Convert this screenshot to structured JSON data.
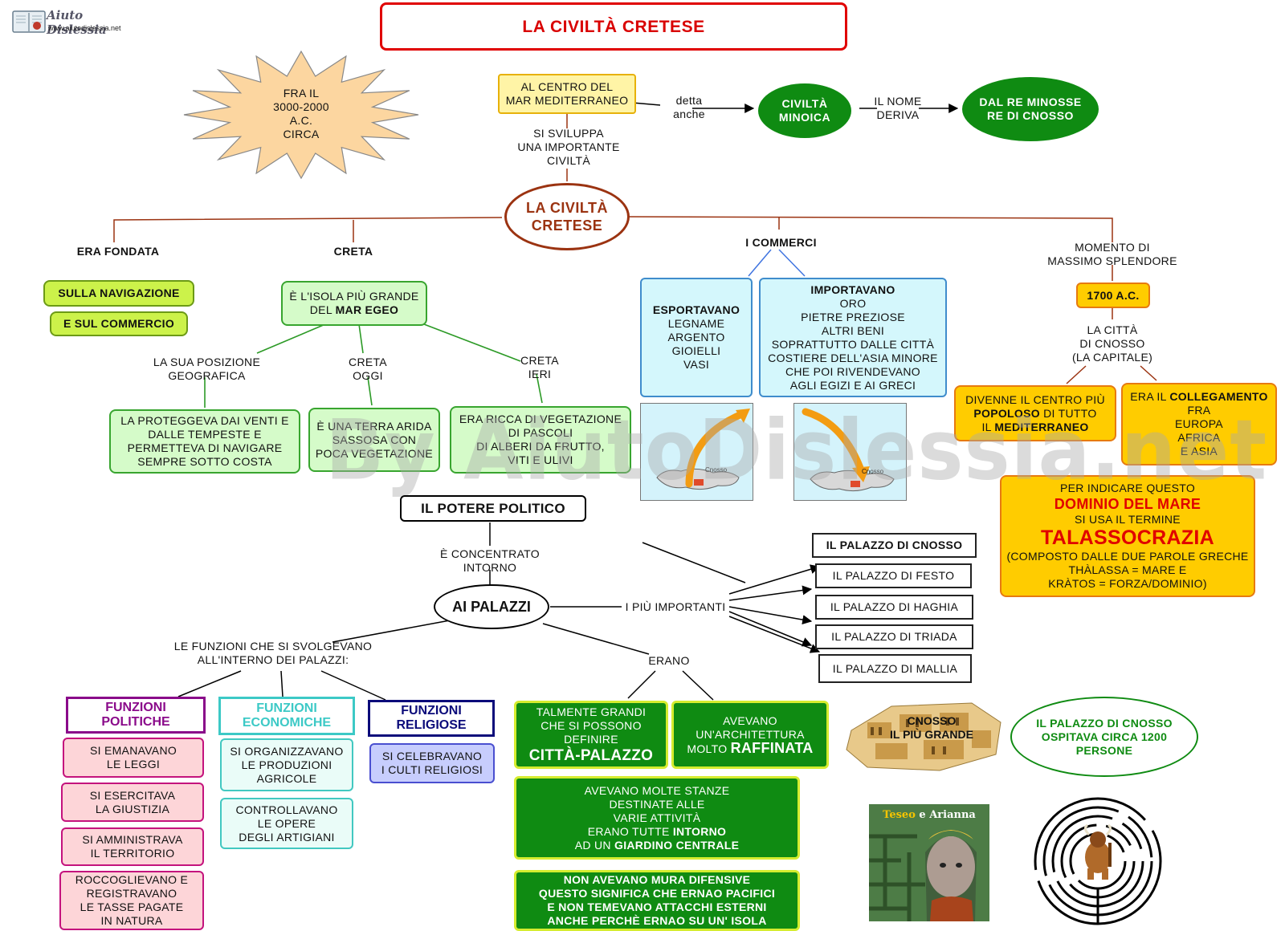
{
  "logo": {
    "name": "Aiuto Dislessia",
    "url": "www.aiutodislessia.net"
  },
  "title": "LA CIVILTÀ CRETESE",
  "watermark": "By AiutoDislessia.net",
  "star": "FRA IL\n3000-2000\nA.C.\nCIRCA",
  "center_sea": "AL CENTRO DEL\nMAR MEDITERRANEO",
  "detta_anche": "detta\nanche",
  "minoica": "CIVILTÀ\nMINOICA",
  "nome_deriva": "IL NOME\nDERIVA",
  "minosse": "DAL RE MINOSSE\nRE DI CNOSSO",
  "si_sviluppa": "SI SVILUPPA\nUNA IMPORTANTE\nCIVILTÀ",
  "main_node": "LA CIVILTÀ\nCRETESE",
  "era_fondata": {
    "label": "ERA FONDATA",
    "item1": "SULLA NAVIGAZIONE",
    "item2": "E SUL COMMERCIO"
  },
  "creta": {
    "label": "CRETA",
    "isola_pre": "È L'ISOLA PIÙ GRANDE\nDEL ",
    "isola_bold": "MAR EGEO",
    "posizione_label": "LA SUA POSIZIONE\nGEOGRAFICA",
    "posizione_text": "LA PROTEGGEVA DAI VENTI E\nDALLE TEMPESTE E\nPERMETTEVA DI NAVIGARE\nSEMPRE SOTTO COSTA",
    "oggi_label": "CRETA\nOGGI",
    "oggi_text": "È UNA TERRA ARIDA\nSASSOSA CON\nPOCA VEGETAZIONE",
    "ieri_label": "CRETA\nIERI",
    "ieri_text": "ERA RICCA DI VEGETAZIONE\nDI PASCOLI\nDI ALBERI DA FRUTTO,\nVITI E ULIVI"
  },
  "commerci": {
    "label": "I COMMERCI",
    "export_title": "ESPORTAVANO",
    "export_items": "LEGNAME\nARGENTO\nGIOIELLI\nVASI",
    "import_title": "IMPORTAVANO",
    "import_items": "ORO\nPIETRE PREZIOSE\nALTRI BENI\nSOPRATTUTTO DALLE CITTÀ\nCOSTIERE DELL'ASIA MINORE\nCHE POI RIVENDEVANO\nAGLI EGIZI E AI GRECI",
    "map_label_1": "Cnosso",
    "map_label_2": "Cnosso"
  },
  "splendore": {
    "label": "MOMENTO DI\nMASSIMO SPLENDORE",
    "date": "1700 A.C.",
    "citta": "LA CITTÀ\nDI CNOSSO\n(LA CAPITALE)",
    "centro_a": "DIVENNE IL CENTRO PIÙ",
    "centro_b": "POPOLOSO",
    "centro_c": " DI TUTTO\nIL ",
    "centro_d": "MEDITERRANEO",
    "coll_a": "ERA IL ",
    "coll_b": "COLLEGAMENTO",
    "coll_c": "\nFRA\nEUROPA\nAFRICA\nE ASIA"
  },
  "talasso": {
    "line1": "PER INDICARE QUESTO",
    "dominio": "DOMINIO DEL MARE",
    "line3": "SI USA IL TERMINE",
    "term": "TALASSOCRAZIA",
    "line5": "(COMPOSTO DALLE DUE PAROLE GRECHE\nTHÀLASSA = MARE E\nKRÀTOS = FORZA/DOMINIO)"
  },
  "potere": "IL POTERE POLITICO",
  "concentrato": "È CONCENTRATO\nINTORNO",
  "palazzi": "AI PALAZZI",
  "piu_importanti": "I PIÙ IMPORTANTI",
  "palace_list": [
    "IL PALAZZO DI CNOSSO",
    "IL PALAZZO DI FESTO",
    "IL PALAZZO DI HAGHIA",
    "IL PALAZZO DI TRIADA",
    "IL PALAZZO DI MALLIA"
  ],
  "funzioni_label": "LE FUNZIONI CHE SI SVOLGEVANO\nALL'INTERNO DEI PALAZZI:",
  "politiche": {
    "title": "FUNZIONI\nPOLITICHE",
    "items": [
      "SI EMANAVANO\nLE  LEGGI",
      "SI ESERCITAVA\nLA GIUSTIZIA",
      "SI AMMINISTRAVA\nIL TERRITORIO",
      "ROCCOGLIEVANO E\nREGISTRAVANO\nLE TASSE PAGATE\nIN NATURA"
    ]
  },
  "economiche": {
    "title": "FUNZIONI\nECONOMICHE",
    "items": [
      "SI ORGANIZZAVANO\nLE PRODUZIONI\nAGRICOLE",
      "CONTROLLAVANO\nLE OPERE\nDEGLI  ARTIGIANI"
    ]
  },
  "religiose": {
    "title": "FUNZIONI\nRELIGIOSE",
    "items": [
      "SI CELEBRAVANO\nI CULTI RELIGIOSI"
    ]
  },
  "erano": "ERANO",
  "citta_palazzo_pre": "TALMENTE GRANDI\nCHE SI POSSONO\nDEFINIRE",
  "citta_palazzo_bold": "CITTÀ-PALAZZO",
  "architettura_pre": "AVEVANO\nUN'ARCHITETTURA\nMOLTO ",
  "architettura_bold": "RAFFINATA",
  "stanze_a": "AVEVANO  MOLTE STANZE\nDESTINATE ALLE\nVARIE ATTIVITÀ\nERANO TUTTE ",
  "stanze_b": "INTORNO",
  "stanze_c": "\nAD UN ",
  "stanze_d": "GIARDINO CENTRALE",
  "mura": "NON AVEVANO MURA DIFENSIVE\nQUESTO SIGNIFICA CHE ERNAO PACIFICI\nE NON TEMEVANO ATTACCHI ESTERNI\nANCHE PERCHÈ ERNAO SU  UN' ISOLA",
  "cnosso_caption": "CNOSSO\nIL PIÙ GRANDE",
  "ospitava": "IL PALAZZO DI CNOSSO\nOSPITAVA CIRCA 1200\nPERSONE",
  "book_title_a": "Teseo",
  "book_title_b": " e ",
  "book_title_c": "Arianna",
  "colors": {
    "title_red": "#d90000",
    "main_brown": "#9b3311",
    "dark_green": "#0f8b12",
    "purple": "#8a0a8a",
    "teal": "#3cc9c6",
    "navy": "#0b0b7a"
  }
}
